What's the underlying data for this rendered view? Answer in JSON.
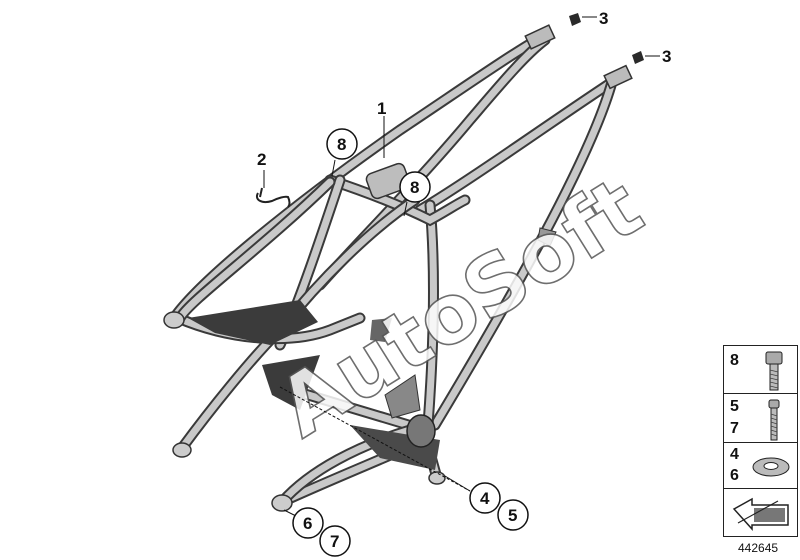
{
  "diagram": {
    "watermark": "AutoSoft",
    "diagram_id": "442645",
    "callouts": [
      {
        "id": "c1",
        "label": "1",
        "circled": false
      },
      {
        "id": "c2",
        "label": "2",
        "circled": false
      },
      {
        "id": "c3a",
        "label": "3",
        "circled": false
      },
      {
        "id": "c3b",
        "label": "3",
        "circled": false
      },
      {
        "id": "c8a",
        "label": "8",
        "circled": true
      },
      {
        "id": "c8b",
        "label": "8",
        "circled": true
      },
      {
        "id": "c4",
        "label": "4",
        "circled": true
      },
      {
        "id": "c5",
        "label": "5",
        "circled": true
      },
      {
        "id": "c6",
        "label": "6",
        "circled": true
      },
      {
        "id": "c7",
        "label": "7",
        "circled": true
      }
    ]
  },
  "legend": {
    "rows": [
      {
        "numbers": [
          "8"
        ],
        "icon": "socket-head-bolt-long-icon"
      },
      {
        "numbers": [
          "5",
          "7"
        ],
        "icon": "socket-head-bolt-thin-icon"
      },
      {
        "numbers": [
          "4",
          "6"
        ],
        "icon": "washer-icon"
      },
      {
        "numbers": [],
        "icon": "arrow-direction-icon"
      }
    ]
  }
}
